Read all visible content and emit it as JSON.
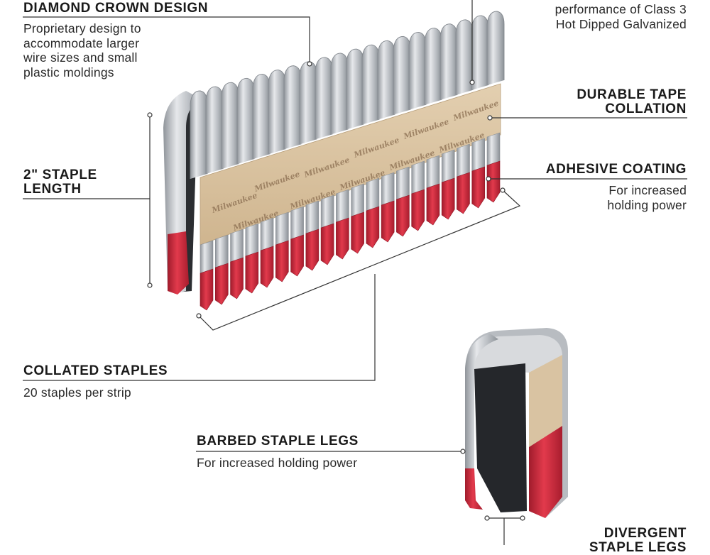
{
  "annotations": {
    "diamond_crown": {
      "heading": "DIAMOND CROWN DESIGN",
      "desc": "Proprietary design to\naccommodate larger\nwire sizes and small\nplastic moldings"
    },
    "galvanized": {
      "desc": "performance of Class 3\nHot Dipped Galvanized"
    },
    "tape": {
      "heading": "DURABLE TAPE\nCOLLATION"
    },
    "adhesive": {
      "heading": "ADHESIVE COATING",
      "desc": "For increased\nholding power"
    },
    "length": {
      "heading": "2\" STAPLE\nLENGTH"
    },
    "collated": {
      "heading": "COLLATED STAPLES",
      "desc": "20 staples per strip"
    },
    "barbed": {
      "heading": "BARBED STAPLE LEGS",
      "desc": "For increased holding power"
    },
    "divergent": {
      "heading": "DIVERGENT\nSTAPLE LEGS"
    }
  },
  "tape_brand_text": "Milwaukee",
  "colors": {
    "steel": "#b9bdc2",
    "steel_dark": "#8a8f95",
    "steel_light": "#e4e6e9",
    "tape": "#d9c3a2",
    "tape_print": "#8a6d50",
    "red": "#cf2a3c",
    "red_dark": "#9f1a2a"
  }
}
